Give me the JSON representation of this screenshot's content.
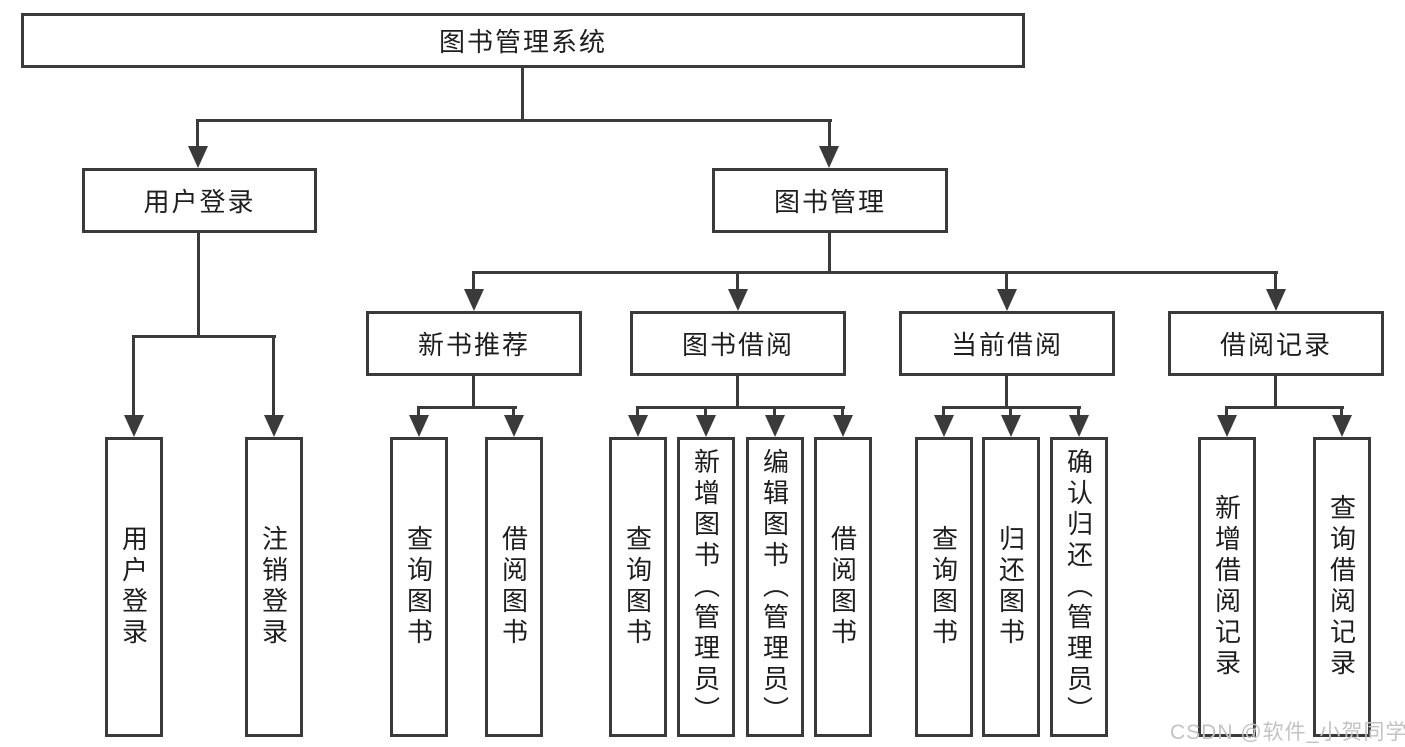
{
  "diagram": {
    "root": "图书管理系统",
    "level2": {
      "user_login": "用户登录",
      "book_management": "图书管理"
    },
    "level3": {
      "new_book_recommend": "新书推荐",
      "book_borrow": "图书借阅",
      "current_borrow": "当前借阅",
      "borrow_records": "借阅记录"
    },
    "leaves": {
      "user_login": [
        "用户登录",
        "注销登录"
      ],
      "new_book_recommend": [
        "查询图书",
        "借阅图书"
      ],
      "book_borrow": [
        "查询图书",
        "新增图书（管理员）",
        "编辑图书（管理员）",
        "借阅图书"
      ],
      "current_borrow": [
        "查询图书",
        "归还图书",
        "确认归还（管理员）"
      ],
      "borrow_records": [
        "新增借阅记录",
        "查询借阅记录"
      ]
    },
    "watermark": "CSDN @软件_小贺同学",
    "colors": {
      "line": "#3a3a3a",
      "text": "#1e1e1e",
      "watermark": "#c3c3c3",
      "background": "#ffffff"
    }
  }
}
